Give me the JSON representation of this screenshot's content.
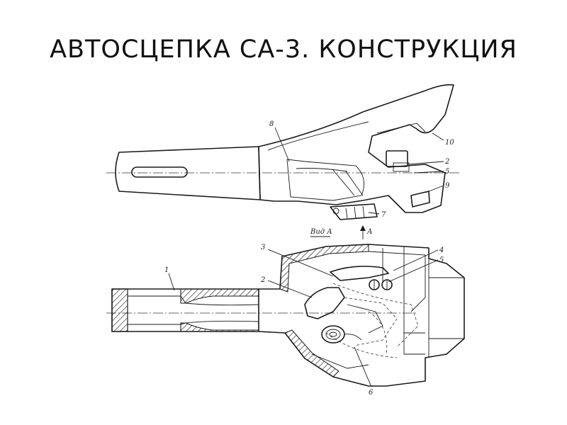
{
  "title": "АВТОСЦЕПКА СА-3. КОНСТРУКЦИЯ",
  "top_view": {
    "callouts": [
      "8",
      "10",
      "2",
      "5",
      "9",
      "7"
    ]
  },
  "view_a": {
    "label": "Вид А",
    "arrow_label": "А"
  },
  "section_view": {
    "callouts": [
      "1",
      "3",
      "2",
      "4",
      "5",
      "6"
    ]
  }
}
